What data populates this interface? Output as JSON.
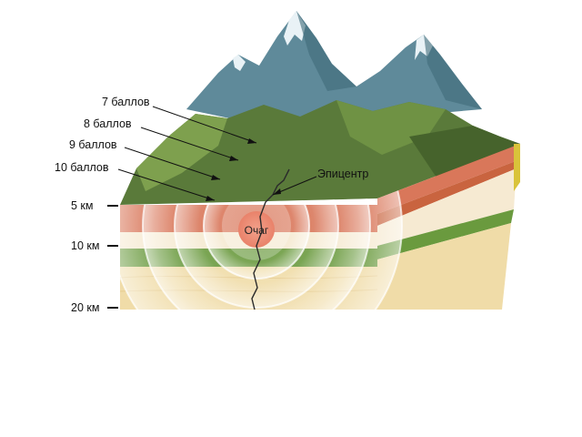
{
  "intensity_labels": [
    "7 баллов",
    "8 баллов",
    "9 баллов",
    "10 баллов"
  ],
  "epicenter_label": "Эпицентр",
  "focus_label": "Очаг",
  "depth_labels": [
    "5 км",
    "10 км",
    "20 км"
  ],
  "colors": {
    "mountain_snow": "#e9f2f6",
    "mountain_rock": "#5f8a9a",
    "hills": "#5a7a3a",
    "layer_red": "#d9775a",
    "layer_cream": "#f6ead2",
    "layer_green": "#6a9a3e",
    "layer_sand": "#f0dca8",
    "focus": "#ee8f74"
  }
}
